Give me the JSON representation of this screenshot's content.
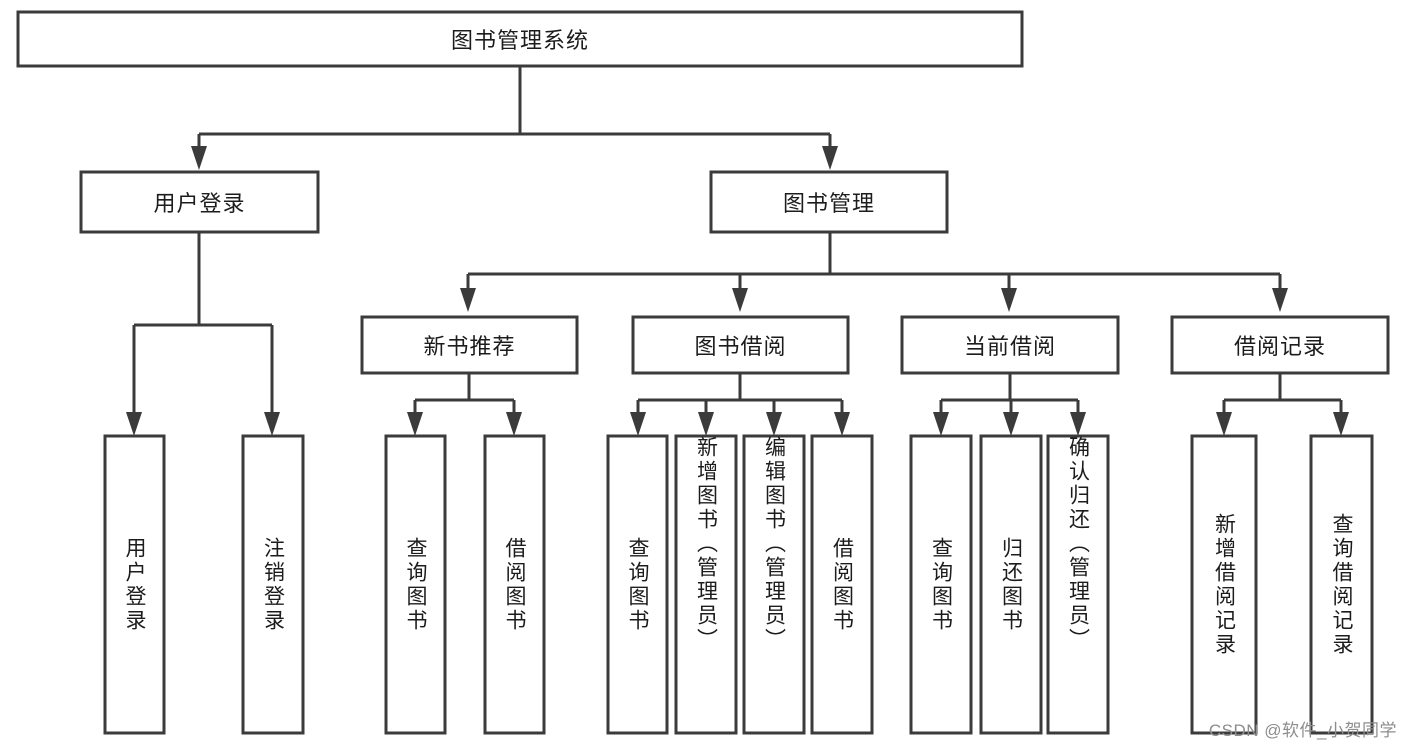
{
  "diagram": {
    "title": "图书管理系统",
    "type": "tree-hierarchy-flowchart",
    "watermark": "CSDN @软件_小贺同学",
    "colors": {
      "box_stroke": "#3b3b3b",
      "box_fill": "#ffffff",
      "connector": "#3b3b3b",
      "text": "#1c1c1c",
      "watermark": "#8d8d8d",
      "background": "#ffffff"
    },
    "levels": {
      "root": {
        "label": "图书管理系统"
      },
      "level2": [
        {
          "label": "用户登录"
        },
        {
          "label": "图书管理"
        }
      ],
      "level3": [
        {
          "label": "新书推荐"
        },
        {
          "label": "图书借阅"
        },
        {
          "label": "当前借阅"
        },
        {
          "label": "借阅记录"
        }
      ],
      "leaves_user_login": [
        {
          "label": "用户登录"
        },
        {
          "label": "注销登录"
        }
      ],
      "leaves_new_book": [
        {
          "label": "查询图书"
        },
        {
          "label": "借阅图书"
        }
      ],
      "leaves_book_borrow": [
        {
          "label": "查询图书"
        },
        {
          "label": "新增图书（管理员）"
        },
        {
          "label": "编辑图书（管理员）"
        },
        {
          "label": "借阅图书"
        }
      ],
      "leaves_current_borrow": [
        {
          "label": "查询图书"
        },
        {
          "label": "归还图书"
        },
        {
          "label": "确认归还（管理员）"
        }
      ],
      "leaves_borrow_record": [
        {
          "label": "新增借阅记录"
        },
        {
          "label": "查询借阅记录"
        }
      ]
    }
  }
}
